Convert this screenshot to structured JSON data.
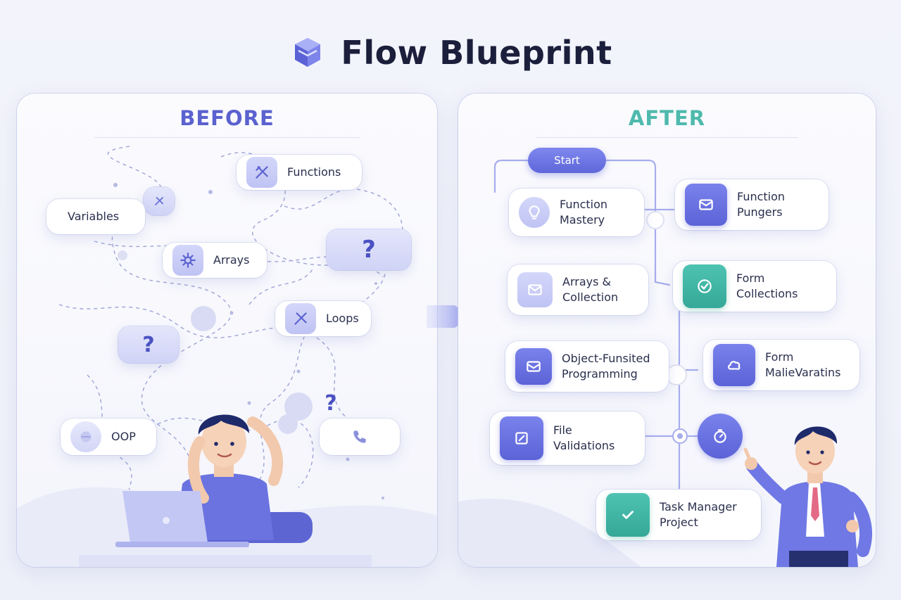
{
  "header": {
    "title": "Flow Blueprint"
  },
  "before": {
    "title": "BEFORE",
    "nodes": {
      "functions": "Functions",
      "variables": "Variables",
      "arrays": "Arrays",
      "loops": "Loops",
      "oop": "OOP"
    },
    "question_mark": "?"
  },
  "after": {
    "title": "AFTER",
    "start": "Start",
    "nodes": {
      "function_mastery": [
        "Function",
        "Mastery"
      ],
      "function_pungers": [
        "Function",
        "Pungers"
      ],
      "arrays_collection": [
        "Arrays &",
        "Collection"
      ],
      "form_collections": [
        "Form",
        "Collections"
      ],
      "object_programming": [
        "Object-Funsited",
        "Programming"
      ],
      "form_malivaratins": [
        "Form",
        "MaliеVaratins"
      ],
      "file_validations": [
        "File",
        "Validations"
      ],
      "task_manager": [
        "Task Manager",
        "Project"
      ]
    }
  },
  "colors": {
    "before_title": "#5b62cf",
    "after_title": "#4fb9ad",
    "accent_blue": "#5f67da",
    "accent_teal": "#35a898",
    "connector": "#a7adec"
  }
}
